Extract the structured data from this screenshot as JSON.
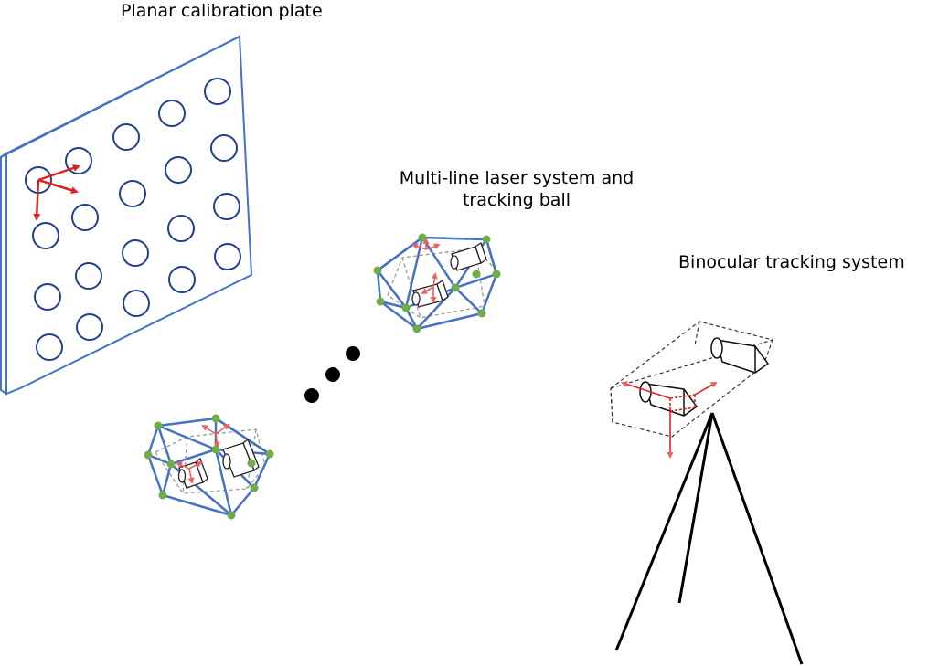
{
  "labels": {
    "calibration_plate": "Planar calibration plate",
    "laser_line1": "Multi-line laser system and",
    "laser_line2": "tracking ball",
    "binocular_tracking": "Binocular tracking system"
  },
  "colors": {
    "plate_outline": "#4472c4",
    "axis_arrow": "#e02020",
    "light_arrow": "#f06060",
    "node": "#70ad47",
    "line": "#000000",
    "dashed": "#999999"
  },
  "icons": {
    "ellipsis": "ellipsis-dots-icon",
    "tripod": "tripod-icon",
    "camera": "camera-icon"
  }
}
